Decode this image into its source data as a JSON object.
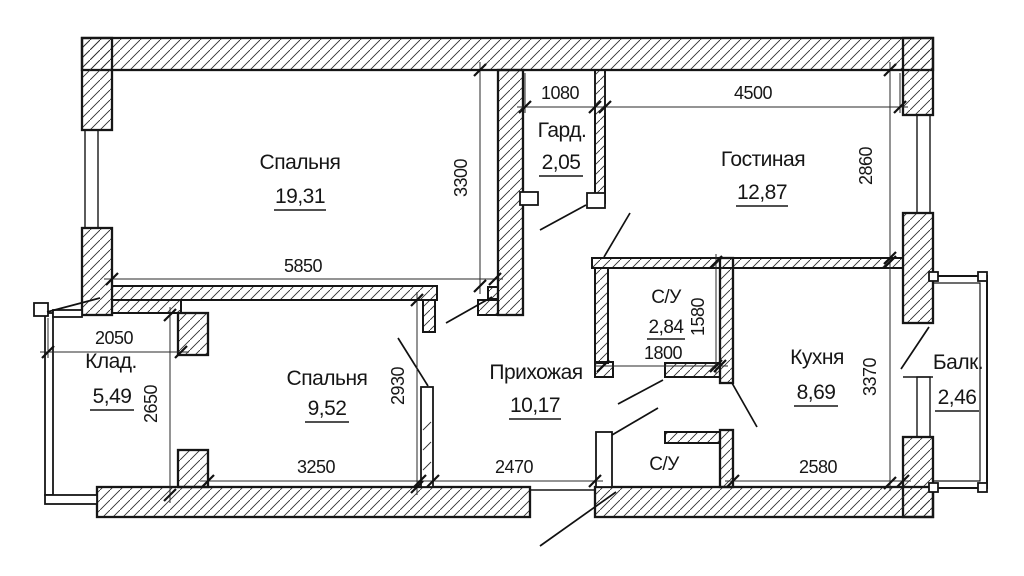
{
  "drawing": {
    "kind": "apartment floor plan",
    "language": "ru",
    "background": "#ffffff",
    "line_color": "#161616"
  },
  "rooms": [
    {
      "key": "bedroom1",
      "name": "Спальня",
      "area": "19,31"
    },
    {
      "key": "wardrobe",
      "name": "Гард.",
      "area": "2,05"
    },
    {
      "key": "living",
      "name": "Гостиная",
      "area": "12,87"
    },
    {
      "key": "bathroom1",
      "name": "С/У",
      "area": "2,84"
    },
    {
      "key": "kitchen",
      "name": "Кухня",
      "area": "8,69"
    },
    {
      "key": "balcony",
      "name": "Балк.",
      "area": "2,46"
    },
    {
      "key": "storage",
      "name": "Клад.",
      "area": "5,49"
    },
    {
      "key": "bedroom2",
      "name": "Спальня",
      "area": "9,52"
    },
    {
      "key": "hallway",
      "name": "Прихожая",
      "area": "10,17"
    },
    {
      "key": "bathroom2",
      "name": "С/У",
      "area": ""
    }
  ],
  "dims": {
    "d1080": "1080",
    "d4500": "4500",
    "d3300": "3300",
    "d2860": "2860",
    "d5850": "5850",
    "d2050": "2050",
    "d2650": "2650",
    "d2930": "2930",
    "d1580": "1580",
    "d1800": "1800",
    "d3370": "3370",
    "d3250": "3250",
    "d2470": "2470",
    "d2580": "2580"
  }
}
